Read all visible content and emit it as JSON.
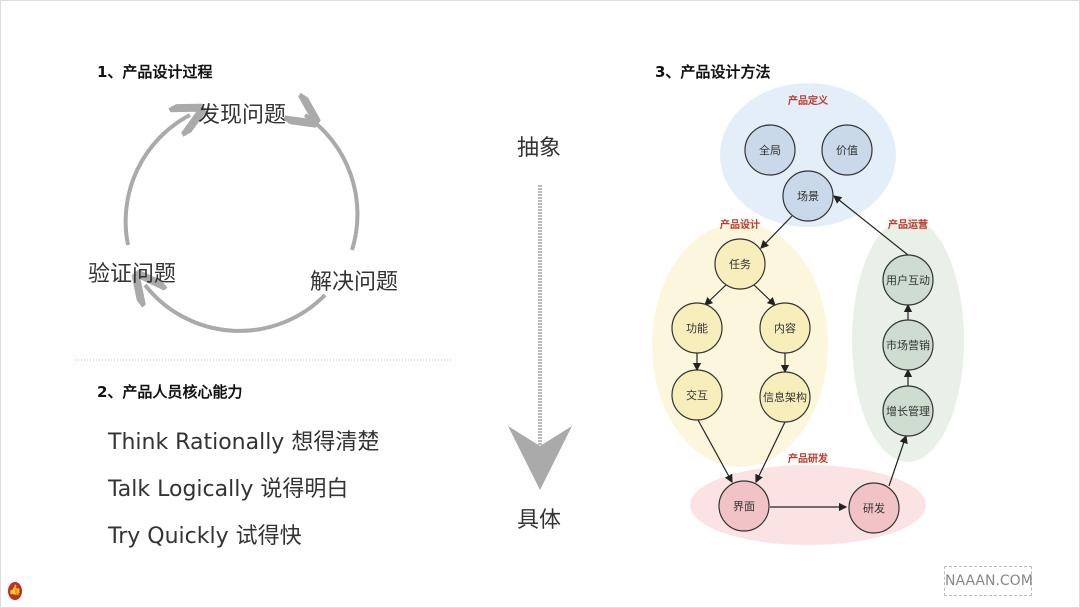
{
  "section1": {
    "title": "1、产品设计过程",
    "cycle": [
      "发现问题",
      "解决问题",
      "验证问题"
    ]
  },
  "section2": {
    "title": "2、产品人员核心能力",
    "items": [
      "Think Rationally 想得清楚",
      "Talk Logically 说得明白",
      "Try Quickly 试得快"
    ]
  },
  "middle": {
    "top": "抽象",
    "bottom": "具体"
  },
  "section3": {
    "title": "3、产品设计方法",
    "groups": {
      "definition": "产品定义",
      "design": "产品设计",
      "operation": "产品运营",
      "rnd": "产品研发"
    },
    "nodes": {
      "global": "全局",
      "value": "价值",
      "scene": "场景",
      "task": "任务",
      "function": "功能",
      "content": "内容",
      "interaction": "交互",
      "ia": "信息架构",
      "ui": "界面",
      "dev": "研发",
      "growth": "增长管理",
      "marketing": "市场营销",
      "engagement": "用户互动"
    }
  },
  "watermark": "NAAAN.COM",
  "colors": {
    "blue": "#c9d9ea",
    "yellow": "#f7eebc",
    "green": "#cfddd0",
    "pink": "#f1c3c6",
    "accent": "#c0392b"
  }
}
